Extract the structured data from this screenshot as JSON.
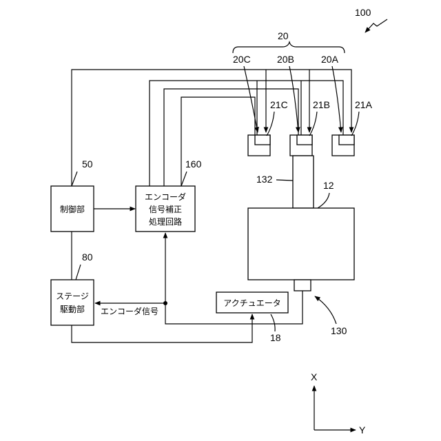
{
  "refs": {
    "system": "100",
    "sensor_group": "20",
    "s20a": "20A",
    "s20b": "20B",
    "s20c": "20C",
    "h21a": "21A",
    "h21b": "21B",
    "h21c": "21C",
    "controller": "50",
    "stage_driver": "80",
    "encoder_circuit": "160",
    "stage": "12",
    "scale_bar": "132",
    "encoder_unit": "130",
    "actuator": "18"
  },
  "blocks": {
    "controller_label": "制御部",
    "encoder_circuit_line1": "エンコーダ",
    "encoder_circuit_line2": "信号補正",
    "encoder_circuit_line3": "処理回路",
    "stage_driver_line1": "ステージ",
    "stage_driver_line2": "駆動部",
    "actuator_label": "アクチュエータ"
  },
  "signals": {
    "encoder_signal": "エンコーダ信号"
  },
  "axes": {
    "x": "X",
    "y": "Y"
  }
}
